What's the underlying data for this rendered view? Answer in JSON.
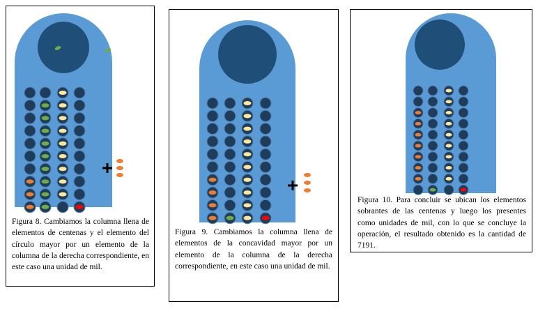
{
  "colors": {
    "body": "#5b9bd5",
    "circle": "#1f4e79",
    "hole": "#1f3d5a",
    "ring": "#4a7fb5",
    "green": "#70ad47",
    "yellow": "#ffe699",
    "orange": "#ed7d31",
    "red": "#ff0000",
    "plus": "#000000"
  },
  "figures": [
    {
      "caption": "Figura 8. Cambiamos la columna llena de elementos de centenas y el elemento del círculo mayor por un elemento de la columna de la derecha correspondiente, en este caso una unidad de mil.",
      "circle_chip": true,
      "outside_chip": true,
      "plus": true,
      "extra_orange": 3,
      "columns": [
        [
          "hole",
          "hole",
          "hole",
          "hole",
          "hole",
          "hole",
          "hole",
          "orange",
          "orange",
          "orange"
        ],
        [
          "hole",
          "green",
          "green",
          "green",
          "green",
          "green",
          "green",
          "green",
          "green",
          "green"
        ],
        [
          "yellow",
          "yellow",
          "yellow",
          "yellow",
          "yellow",
          "yellow",
          "yellow",
          "yellow",
          "yellow",
          "hole"
        ],
        [
          "hole",
          "hole",
          "hole",
          "hole",
          "hole",
          "hole",
          "hole",
          "hole",
          "hole",
          "red"
        ]
      ]
    },
    {
      "caption": "Figura 9. Cambiamos la columna llena de elementos de la concavidad mayor por un elemento de la columna de la derecha correspondiente, en este caso una unidad de mil.",
      "circle_chip": false,
      "outside_chip": false,
      "plus": true,
      "extra_orange": 3,
      "columns": [
        [
          "hole",
          "hole",
          "hole",
          "hole",
          "hole",
          "hole",
          "orange",
          "orange",
          "orange",
          "orange"
        ],
        [
          "hole",
          "hole",
          "hole",
          "hole",
          "hole",
          "hole",
          "hole",
          "hole",
          "hole",
          "green"
        ],
        [
          "yellow",
          "yellow",
          "yellow",
          "yellow",
          "yellow",
          "yellow",
          "yellow",
          "yellow",
          "yellow",
          "yellow"
        ],
        [
          "hole",
          "hole",
          "hole",
          "hole",
          "hole",
          "hole",
          "hole",
          "hole",
          "hole",
          "red"
        ]
      ]
    },
    {
      "caption": "Figura 10. Para concluir se ubican los elementos sobrantes de las centenas y luego los presentes como unidades de mil, con lo que se concluye la operación, el resultado obtenido es la cantidad de 7191.",
      "circle_chip": false,
      "outside_chip": false,
      "plus": false,
      "extra_orange": 0,
      "columns": [
        [
          "hole",
          "hole",
          "orange",
          "orange",
          "orange",
          "orange",
          "orange",
          "orange",
          "orange",
          "hole"
        ],
        [
          "hole",
          "hole",
          "hole",
          "hole",
          "hole",
          "hole",
          "hole",
          "hole",
          "hole",
          "green"
        ],
        [
          "yellow",
          "yellow",
          "yellow",
          "yellow",
          "yellow",
          "yellow",
          "yellow",
          "yellow",
          "yellow",
          "hole"
        ],
        [
          "hole",
          "hole",
          "hole",
          "hole",
          "hole",
          "hole",
          "hole",
          "hole",
          "hole",
          "red"
        ]
      ]
    }
  ]
}
